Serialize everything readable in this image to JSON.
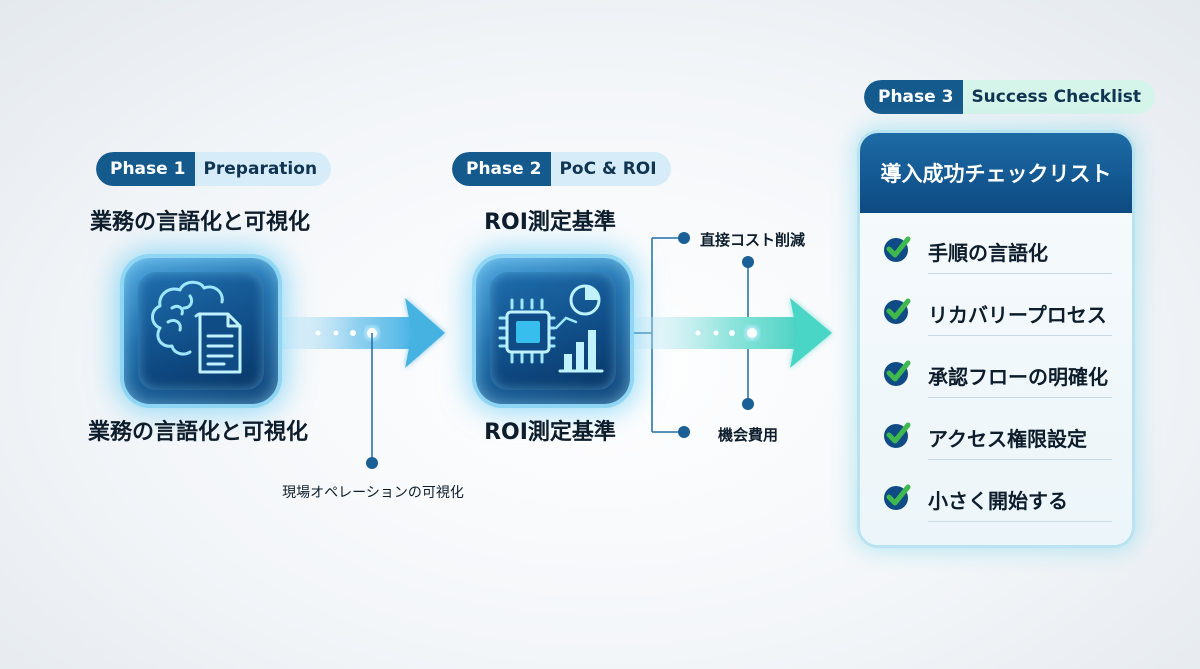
{
  "phase1": {
    "badge_num": "Phase 1",
    "badge_name": "Preparation",
    "title_top": "業務の言語化と可視化",
    "title_bottom": "業務の言語化と可視化",
    "icon": "brain-document-icon",
    "note": "現場オペレーションの可視化"
  },
  "phase2": {
    "badge_num": "Phase 2",
    "badge_name": "PoC & ROI",
    "title_top": "ROI測定基準",
    "title_bottom": "ROI測定基準",
    "icon": "chip-chart-icon",
    "branch_top": "直接コスト削減",
    "branch_bottom": "機会費用"
  },
  "phase3": {
    "badge_num": "Phase 3",
    "badge_name": "Success Checklist",
    "card_title": "導入成功チェックリスト",
    "items": [
      {
        "label": "手順の言語化"
      },
      {
        "label": "リカバリープロセス"
      },
      {
        "label": "承認フローの明確化"
      },
      {
        "label": "アクセス権限設定"
      },
      {
        "label": "小さく開始する"
      }
    ]
  },
  "colors": {
    "accent_dark": "#155a8c",
    "accent_light": "#d6ecf9",
    "accent_green": "#d5f4ea",
    "check_green": "#3fb94e"
  }
}
